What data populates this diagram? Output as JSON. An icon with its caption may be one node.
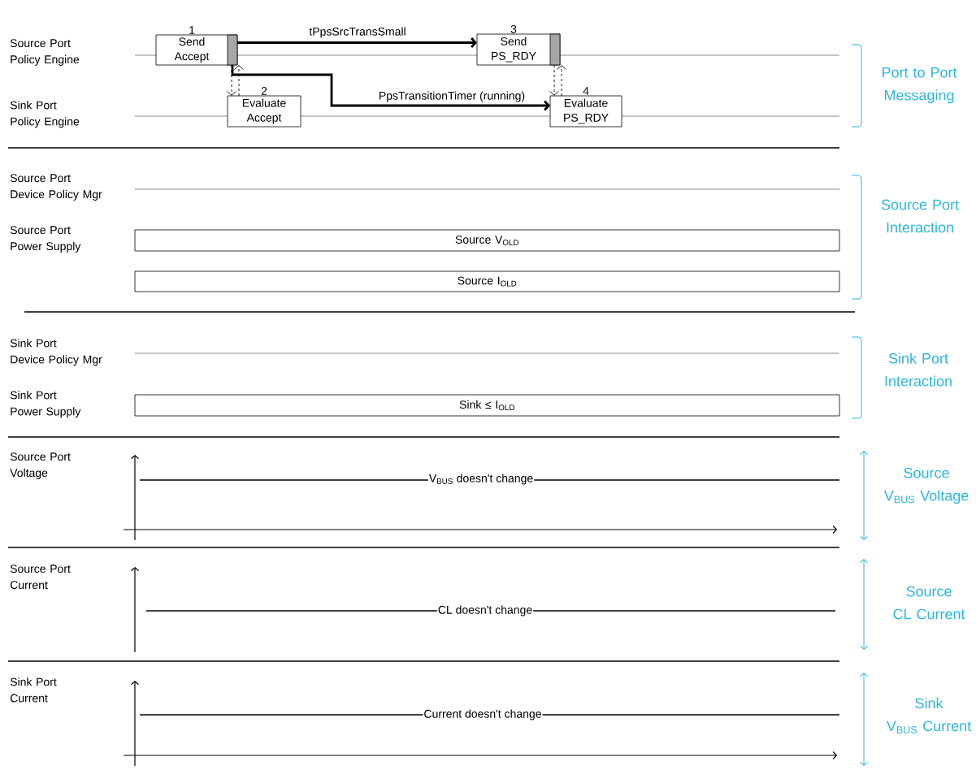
{
  "diagram": {
    "nodes": [
      {
        "text": [
          "Send Accept"
        ],
        "beside": [
          "1"
        ]
      },
      {
        "text": [
          "Evaluate Accept"
        ],
        "beside": [
          "2"
        ]
      },
      {
        "text": [
          "Send PS_RDY"
        ],
        "beside": [
          "3"
        ]
      },
      {
        "text": [
          "Evaluate PS_RDY"
        ],
        "beside": [
          "4"
        ]
      },
      {
        "text": [
          "Source V$_{OLD}$"
        ]
      },
      {
        "text": [
          "Source I$_{OLD}$"
        ]
      },
      {
        "text": [
          "Sink ≤ I$_{OLD}$"
        ]
      }
    ],
    "edges": [
      {
        "from": 0,
        "to": 1,
        "arrow": "to",
        "style": "dashed"
      },
      {
        "from": 1,
        "to": 0,
        "arrow": "to",
        "style": "dashed"
      },
      {
        "from": 0,
        "to": 2,
        "arrow": "to",
        "style": "thick",
        "label": "tPpsSrcTransSmall"
      },
      {
        "from": 0,
        "to": 3,
        "arrow": "to",
        "style": "thick",
        "label": "PpsTransitionTimer (running)"
      },
      {
        "from": 2,
        "to": 3,
        "arrow": "to",
        "style": "dashed"
      },
      {
        "from": 3,
        "to": 2,
        "arrow": "to",
        "style": "dashed"
      }
    ],
    "labels": [
      "Source Port Policy Engine",
      "Port to Port Messaging",
      "Sink Port Policy Engine",
      "Source Port Device Policy Mgr",
      "Source Port Interaction",
      "Source Port Power Supply",
      "Sink Port Device Policy Mgr",
      "Sink Port Interaction",
      "Sink Port Power Supply",
      "Source Port Voltage",
      "Source V$_{BUS}$ Voltage",
      "V$_{BUS}$ doesn't change",
      "Source Port Current",
      "Source CL Current",
      "CL doesn't change",
      "Sink Port Current",
      "Sink V$_{BUS}$ Current",
      "Current doesn't change"
    ]
  }
}
